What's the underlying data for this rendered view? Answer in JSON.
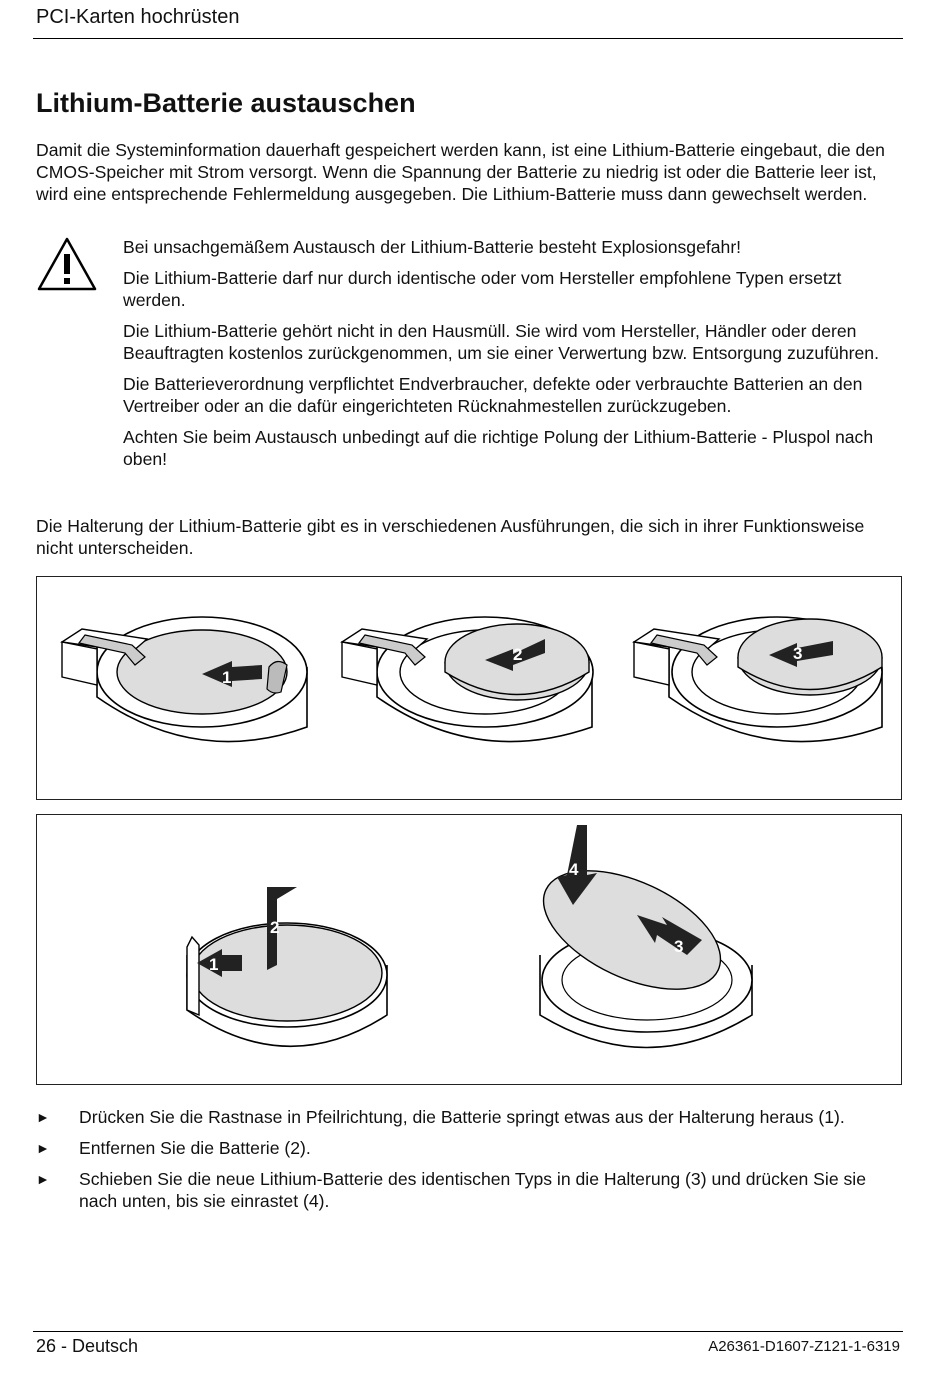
{
  "header": {
    "title": "PCI-Karten hochrüsten"
  },
  "section": {
    "heading": "Lithium-Batterie austauschen"
  },
  "intro": "Damit die Systeminformation dauerhaft gespeichert werden kann, ist eine Lithium-Batterie eingebaut, die den CMOS-Speicher mit Strom versorgt. Wenn die Spannung der Batterie zu niedrig ist oder die Batterie leer ist, wird eine entsprechende Fehlermeldung ausgegeben. Die Lithium-Batterie muss dann gewechselt werden.",
  "warning": {
    "icon": "warning-triangle-icon",
    "paragraphs": [
      "Bei unsachgemäßem Austausch der Lithium-Batterie besteht Explosionsgefahr!",
      "Die Lithium-Batterie darf nur durch identische oder vom Hersteller empfohlene Typen ersetzt werden.",
      "Die Lithium-Batterie gehört nicht in den Hausmüll. Sie wird vom Hersteller, Händler oder deren Beauftragten kostenlos zurückgenommen, um sie einer Verwertung bzw. Entsorgung zuzuführen.",
      "Die Batterieverordnung verpflichtet Endverbraucher, defekte oder verbrauchte Batterien an den Vertreiber oder an die dafür eingerichteten Rücknahmestellen zurückzugeben.",
      "Achten Sie beim Austausch unbedingt auf die richtige Polung der Lithium-Batterie - Pluspol nach oben!"
    ]
  },
  "holder_note": "Die Halterung der Lithium-Batterie gibt es in verschiedenen Ausführungen, die sich in ihrer Funktionsweise nicht unterscheiden.",
  "figure1": {
    "labels": [
      "1",
      "2",
      "3"
    ]
  },
  "figure2": {
    "labels": [
      "1",
      "2",
      "3",
      "4"
    ]
  },
  "steps": [
    "Drücken Sie die Rastnase in Pfeilrichtung, die Batterie springt etwas aus der Halterung heraus (1).",
    "Entfernen Sie die Batterie (2).",
    "Schieben Sie die neue Lithium-Batterie des identischen Typs in die Halterung (3) und drücken Sie sie nach unten, bis sie einrastet (4)."
  ],
  "bullet_symbol": "►",
  "footer": {
    "left": "26 - Deutsch",
    "right": "A26361-D1607-Z121-1-6319"
  }
}
